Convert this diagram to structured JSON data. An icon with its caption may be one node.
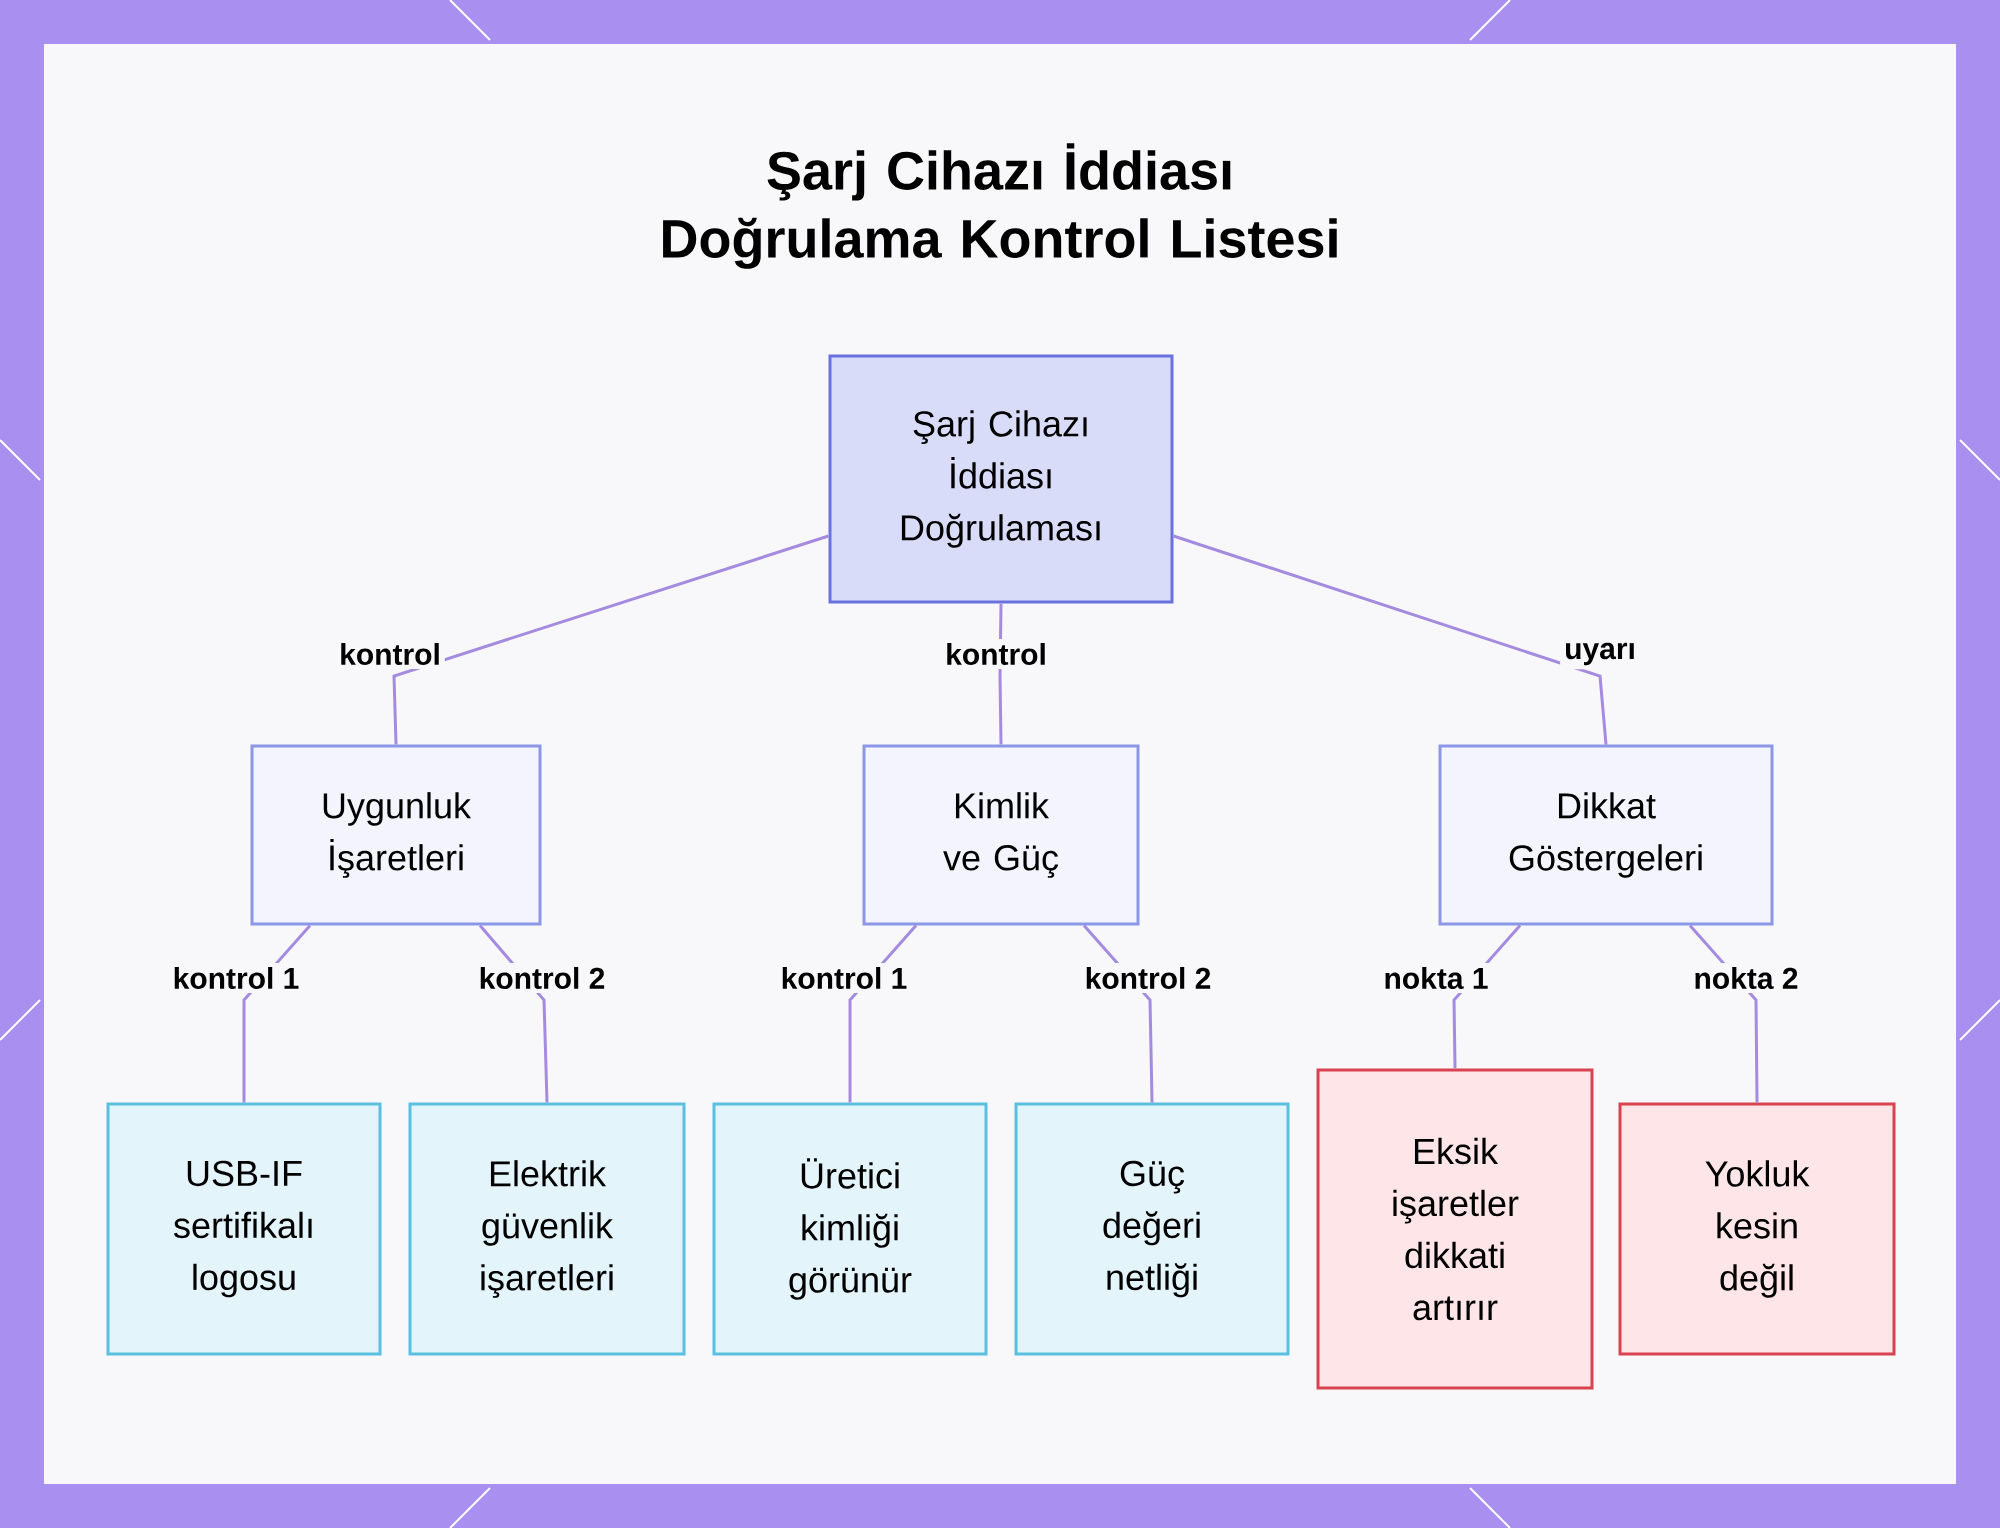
{
  "diagram": {
    "title": "Şarj Cihazı İddiası Doğrulama Kontrol Listesi",
    "nodes": [
      {
        "text": [
          "Şarj Cihazı İddiası Doğrulaması"
        ]
      },
      {
        "text": [
          "Uygunluk İşaretleri"
        ]
      },
      {
        "text": [
          "Kimlik ve Güç"
        ]
      },
      {
        "text": [
          "Dikkat Göstergeleri"
        ]
      },
      {
        "text": [
          "USB-IF sertifikalı logosu"
        ]
      },
      {
        "text": [
          "Elektrik güvenlik işaretleri"
        ]
      },
      {
        "text": [
          "Üretici kimliği görünür"
        ]
      },
      {
        "text": [
          "Güç değeri netliği"
        ]
      },
      {
        "text": [
          "Eksik işaretler dikkati artırır"
        ]
      },
      {
        "text": [
          "Yokluk kesin değil"
        ]
      }
    ],
    "edges": [
      {
        "from": 0,
        "to": 1,
        "arrow": "none",
        "label": "kontrol"
      },
      {
        "from": 0,
        "to": 2,
        "arrow": "none",
        "label": "kontrol"
      },
      {
        "from": 0,
        "to": 3,
        "arrow": "none",
        "label": "uyarı"
      },
      {
        "from": 1,
        "to": 4,
        "arrow": "none",
        "label": "kontrol 1"
      },
      {
        "from": 1,
        "to": 5,
        "arrow": "none",
        "label": "kontrol 2"
      },
      {
        "from": 2,
        "to": 6,
        "arrow": "none",
        "label": "kontrol 1"
      },
      {
        "from": 2,
        "to": 7,
        "arrow": "none",
        "label": "kontrol 2"
      },
      {
        "from": 3,
        "to": 8,
        "arrow": "none",
        "label": "nokta 1"
      },
      {
        "from": 3,
        "to": 9,
        "arrow": "none",
        "label": "nokta 2"
      }
    ]
  }
}
